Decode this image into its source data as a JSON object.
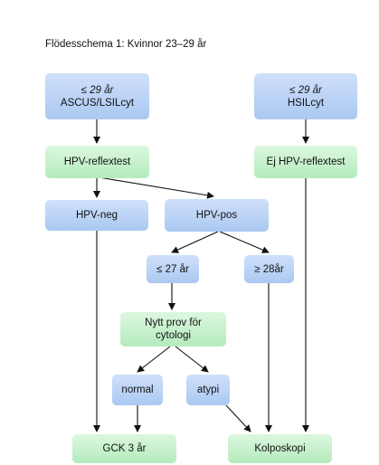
{
  "title": "Flödesschema 1: Kvinnor 23–29 år",
  "nodes": {
    "ascus": {
      "age": "≤ 29 år",
      "label": "ASCUS/LSILcyt"
    },
    "hsil": {
      "age": "≤ 29 år",
      "label": "HSILcyt"
    },
    "hpv_reflex": {
      "label": "HPV-reflextest"
    },
    "ej_hpv_reflex": {
      "label": "Ej HPV-reflextest"
    },
    "hpv_neg": {
      "label": "HPV-neg"
    },
    "hpv_pos": {
      "label": "HPV-pos"
    },
    "le27": {
      "label": "≤ 27 år"
    },
    "ge28": {
      "label": "≥ 28år"
    },
    "nytt_prov": {
      "line1": "Nytt prov för",
      "line2": "cytologi"
    },
    "normal": {
      "label": "normal"
    },
    "atypi": {
      "label": "atypi"
    },
    "gck": {
      "label": "GCK 3 år"
    },
    "kolposkopi": {
      "label": "Kolposkopi"
    }
  },
  "colors": {
    "blue_box": "#aac8f1",
    "green_box": "#b4ebbd",
    "arrow": "#111111"
  }
}
